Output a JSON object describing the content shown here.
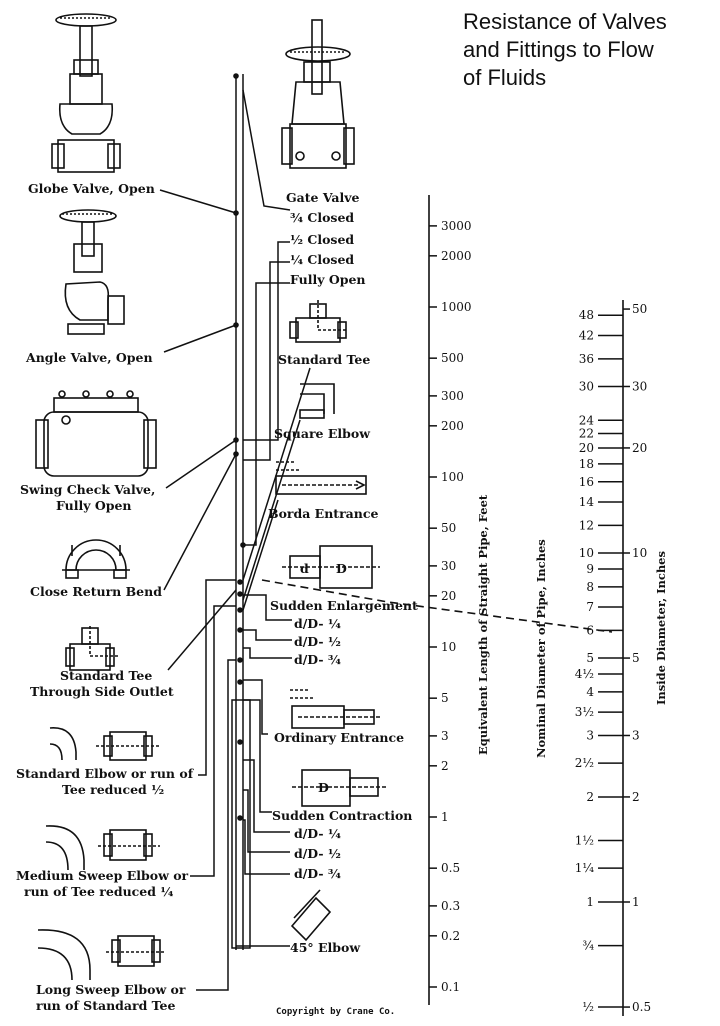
{
  "title": {
    "line1": "Resistance of Valves",
    "line2": "and Fittings to Flow",
    "line3": "of Fluids"
  },
  "fittings": {
    "globe_valve": "Globe Valve, Open",
    "angle_valve": "Angle Valve, Open",
    "swing_check_1": "Swing Check Valve,",
    "swing_check_2": "Fully Open",
    "close_return_bend": "Close Return Bend",
    "std_tee_side_1": "Standard Tee",
    "std_tee_side_2": "Through Side Outlet",
    "std_elbow_1": "Standard Elbow or run of",
    "std_elbow_2": "Tee reduced ½",
    "medium_sweep_1": "Medium Sweep Elbow or",
    "medium_sweep_2": "run of Tee reduced ¼",
    "long_sweep_1": "Long Sweep Elbow or",
    "long_sweep_2": "run of Standard Tee",
    "gate_valve": "Gate Valve",
    "gate_three_quarter": "¾ Closed",
    "gate_half": "½ Closed",
    "gate_quarter": "¼ Closed",
    "gate_open": "Fully Open",
    "standard_tee": "Standard Tee",
    "square_elbow": "Square Elbow",
    "borda_entrance": "Borda Entrance",
    "sudden_enlargement": "Sudden Enlargement",
    "enl_ratio_1": "d/D- ¼",
    "enl_ratio_2": "d/D- ½",
    "enl_ratio_3": "d/D- ¾",
    "ordinary_entrance": "Ordinary Entrance",
    "sudden_contraction": "Sudden Contraction",
    "con_ratio_1": "d/D- ¼",
    "con_ratio_2": "d/D- ½",
    "con_ratio_3": "d/D- ¾",
    "elbow_45": "45° Elbow",
    "icon_D_enl": "D",
    "icon_d_enl": "d",
    "icon_D_con": "D"
  },
  "scales": {
    "equivalent_length": {
      "label": "Equivalent Length of Straight Pipe, Feet",
      "ticks": [
        "3000",
        "2000",
        "1000",
        "500",
        "300",
        "200",
        "100",
        "50",
        "30",
        "20",
        "10",
        "5",
        "3",
        "2",
        "1",
        "0.5",
        "0.3",
        "0.2",
        "0.1"
      ]
    },
    "nominal_diameter": {
      "label": "Nominal Diameter of Pipe, Inches",
      "ticks": [
        "48",
        "42",
        "36",
        "30",
        "24",
        "22",
        "20",
        "18",
        "16",
        "14",
        "12",
        "10",
        "9",
        "8",
        "7",
        "6",
        "5",
        "4½",
        "4",
        "3½",
        "3",
        "2½",
        "2",
        "1½",
        "1¼",
        "1",
        "¾",
        "½"
      ]
    },
    "inside_diameter": {
      "label": "Inside Diameter, Inches",
      "ticks": [
        "50",
        "30",
        "20",
        "10",
        "5",
        "3",
        "2",
        "1",
        "0.5"
      ]
    }
  },
  "copyright": "Copyright by Crane Co.",
  "example": {
    "fitting": "Sudden Enlargement",
    "nominal_diameter": "6"
  }
}
